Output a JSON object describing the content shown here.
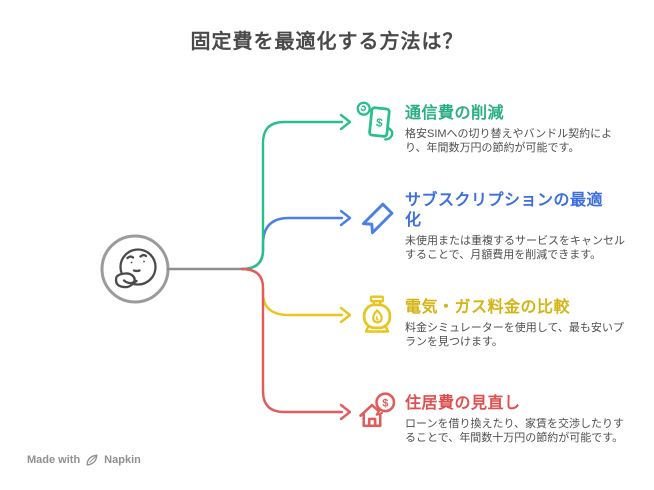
{
  "title": "固定費を最適化する方法は？",
  "colors": {
    "green_line": "#2BBE8D",
    "blue_line": "#4A7FE5",
    "yellow_line": "#E8C51F",
    "red_line": "#E25C5C",
    "gray_line": "#919191",
    "title_text": "#4A4A4A",
    "body_text": "#4F4F4F",
    "footer_text": "#909090"
  },
  "center": {
    "icon": "thinking-face-icon"
  },
  "branches": [
    {
      "icon": "mobile-savings-icon",
      "color": "#2BBE8D",
      "heading": "通信費の削減",
      "description": "格安SIMへの切り替えやバンドル契約によ\nり、年間数万円の節約が可能です。"
    },
    {
      "icon": "subscription-ticket-icon",
      "color": "#4A7FE5",
      "heading": "サブスクリプションの最適\n化",
      "description": "未使用または重複するサービスをキャンセル\nすることで、月額費用を削減できます。"
    },
    {
      "icon": "gas-lamp-icon",
      "color": "#E8C51F",
      "heading": "電気・ガス料金の比較",
      "description": "料金シミュレーターを使用して、最も安いプ\nランを見つけます。"
    },
    {
      "icon": "house-dollar-icon",
      "color": "#E25C5C",
      "heading": "住居費の見直し",
      "description": "ローンを借り換えたり、家賃を交渉したりす\nることで、年間数十万円の節約が可能です。"
    }
  ],
  "footer": {
    "made_with": "Made with",
    "brand": "Napkin"
  }
}
